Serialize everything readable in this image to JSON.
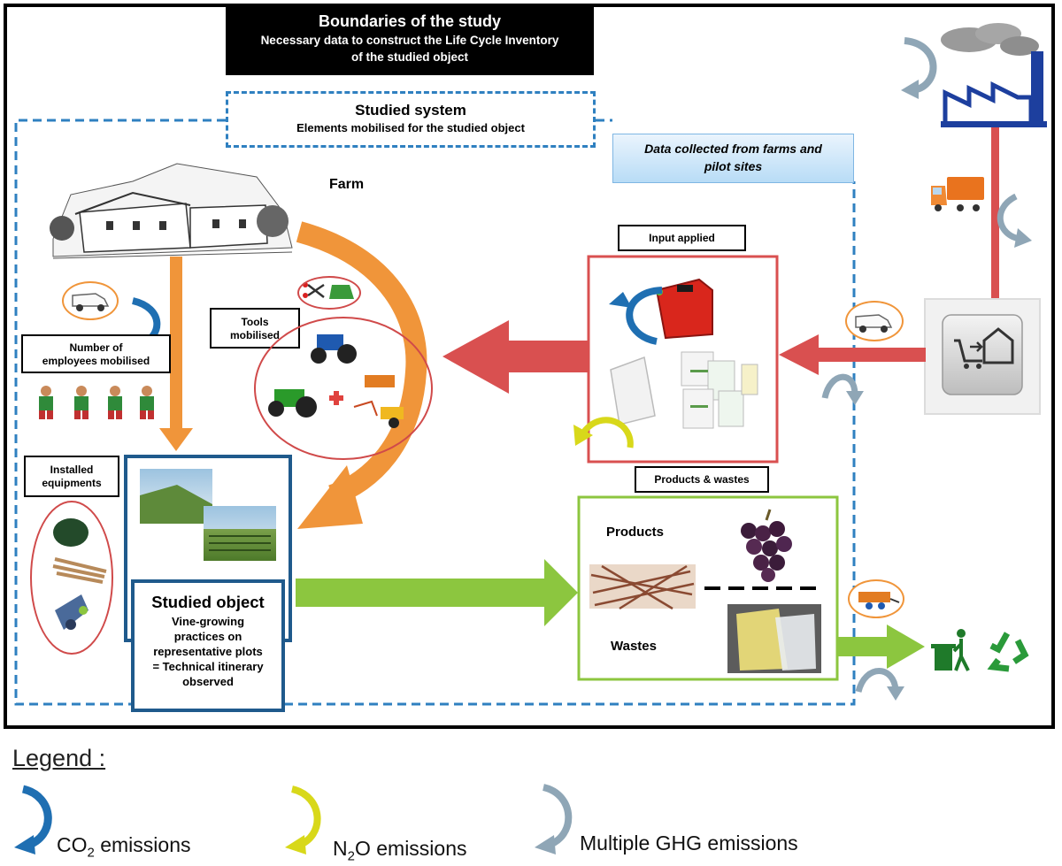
{
  "header": {
    "title": "Boundaries of the study",
    "subtitle_line1": "Necessary data to construct the Life Cycle Inventory",
    "subtitle_line2": "of the studied object"
  },
  "system": {
    "title": "Studied system",
    "subtitle": "Elements mobilised for the studied object"
  },
  "collected_line1": "Data collected from farms and",
  "collected_line2": "pilot sites",
  "farm_label": "Farm",
  "tools_line1": "Tools",
  "tools_line2": "mobilised",
  "employees_line1": "Number of",
  "employees_line2": "employees mobilised",
  "installed_line1": "Installed",
  "installed_line2": "equipments",
  "input_label": "Input applied",
  "products_wastes_label": "Products & wastes",
  "products_label": "Products",
  "wastes_label": "Wastes",
  "studied_object": {
    "title": "Studied object",
    "line1": "Vine-growing",
    "line2": "practices on",
    "line3": "representative plots",
    "line4": "= Technical itinerary",
    "line5": "observed"
  },
  "legend": {
    "title": "Legend :",
    "co2_prefix": "CO",
    "co2_sub": "2",
    "co2_suffix": " emissions",
    "n2o_prefix": "N",
    "n2o_sub": "2",
    "n2o_suffix": "O emissions",
    "ghg": "Multiple GHG emissions"
  },
  "colors": {
    "co2": "#1f6fb2",
    "n2o": "#d8d81a",
    "ghg": "#8fa6b6",
    "orange_arrow": "#f0953a",
    "red_arrow": "#d95050",
    "green_arrow": "#8cc63f",
    "dashed_border": "#2f80c0"
  }
}
